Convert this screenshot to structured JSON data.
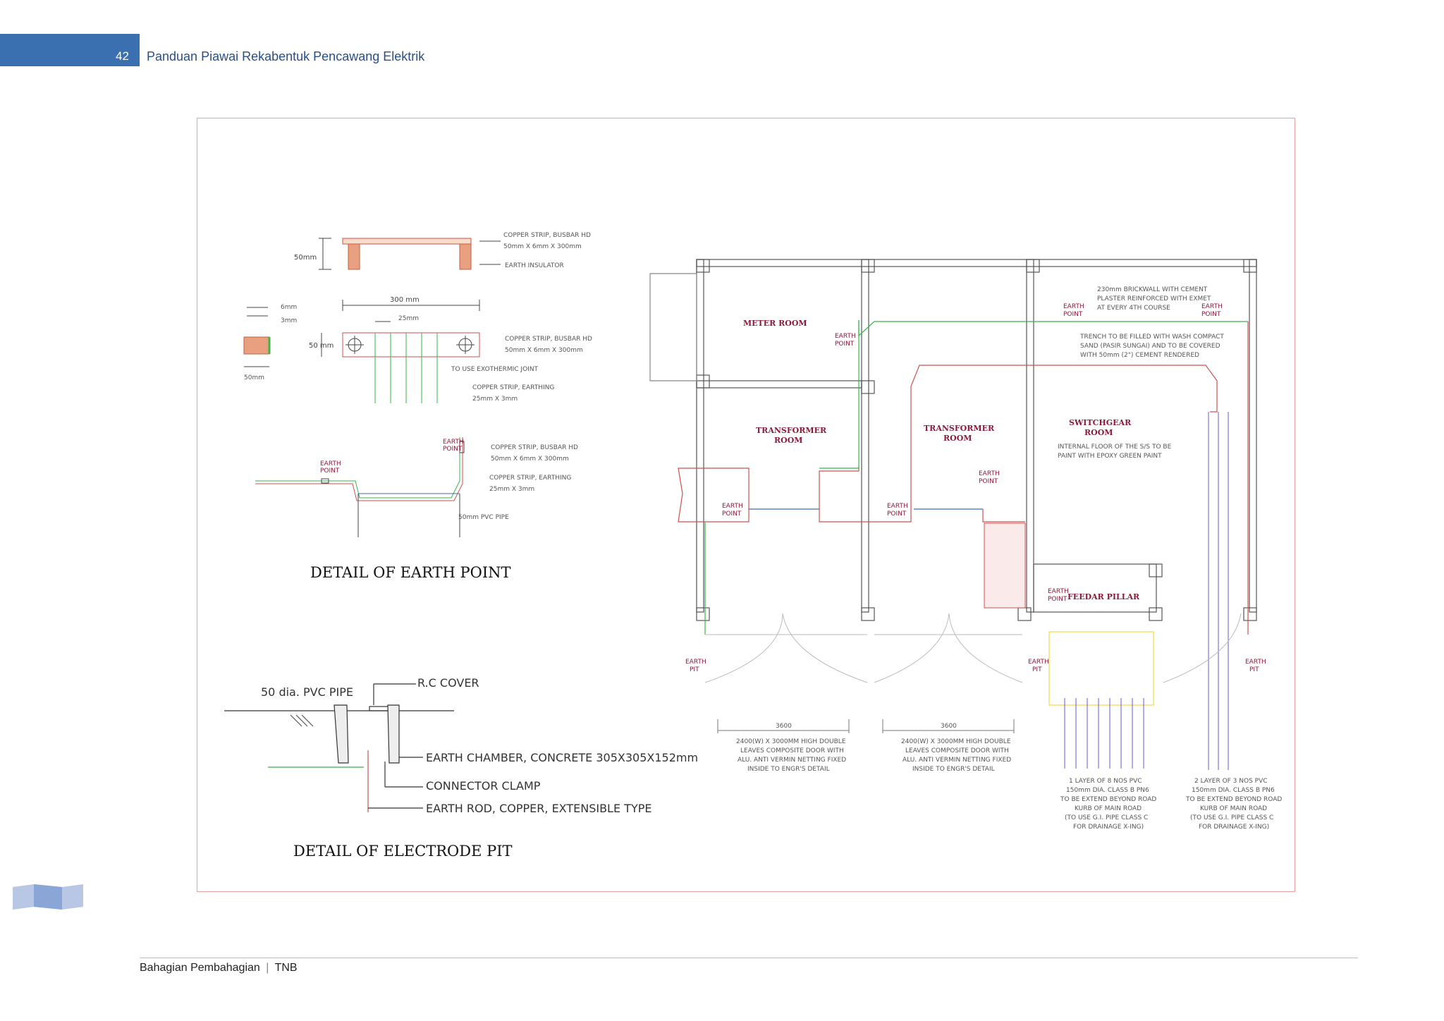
{
  "header": {
    "page_number": "42",
    "title": "Panduan Piawai Rekabentuk Pencawang Elektrik"
  },
  "footer": {
    "department": "Bahagian Pembahagian",
    "separator": "|",
    "company": "TNB"
  },
  "earth_point_detail": {
    "title": "DETAIL OF EARTH POINT",
    "dim_50mm": "50mm",
    "dim_6mm": "6mm",
    "dim_3mm": "3mm",
    "dim_300mm": "300 mm",
    "dim_25mm": "25mm",
    "dim_50_mm": "50  mm",
    "dim_50mm_b": "50mm",
    "copper_strip_busbar_1": "COPPER STRIP, BUSBAR HD",
    "copper_strip_busbar_1_size": "50mm X 6mm X 300mm",
    "earth_insulator": "EARTH INSULATOR",
    "copper_strip_busbar_2": "COPPER STRIP, BUSBAR HD",
    "copper_strip_busbar_2_size": "50mm X 6mm X 300mm",
    "exothermic": "TO USE EXOTHERMIC JOINT",
    "copper_strip_earthing_1": "COPPER STRIP, EARTHING",
    "copper_strip_earthing_1_size": "25mm X 3mm",
    "copper_strip_busbar_3": "COPPER STRIP, BUSBAR HD",
    "copper_strip_busbar_3_size": "50mm X 6mm X 300mm",
    "copper_strip_earthing_2": "COPPER STRIP, EARTHING",
    "copper_strip_earthing_2_size": "25mm X 3mm",
    "pvc_pipe": "50mm PVC PIPE",
    "earth_point_word": "EARTH",
    "earth_point_word2": "POINT"
  },
  "electrode_pit_detail": {
    "title": "DETAIL OF ELECTRODE PIT",
    "pvc_pipe": "50 dia. PVC PIPE",
    "rc_cover": "R.C COVER",
    "earth_chamber": "EARTH CHAMBER, CONCRETE 305X305X152mm",
    "connector_clamp": "CONNECTOR CLAMP",
    "earth_rod": "EARTH ROD, COPPER, EXTENSIBLE TYPE"
  },
  "floor_plan": {
    "meter_room": "METER ROOM",
    "transformer_room_1a": "TRANSFORMER",
    "transformer_room_1b": "ROOM",
    "transformer_room_2a": "TRANSFORMER",
    "transformer_room_2b": "ROOM",
    "switchgear_a": "SWITCHGEAR",
    "switchgear_b": "ROOM",
    "feeder_pillar": "FEEDAR PILLAR",
    "earth": "EARTH",
    "point": "POINT",
    "pit": "PIT",
    "brickwall_1": "230mm BRICKWALL WITH CEMENT",
    "brickwall_2": "PLASTER REINFORCED WITH EXMET",
    "brickwall_3": "AT EVERY 4TH COURSE",
    "trench_1": "TRENCH TO BE FILLED WITH WASH COMPACT",
    "trench_2": "SAND (PASIR SUNGAI) AND TO BE COVERED",
    "trench_3": "WITH 50mm (2\") CEMENT RENDERED",
    "floor_1": "INTERNAL FLOOR OF THE S/S TO BE",
    "floor_2": "PAINT WITH EPOXY GREEN PAINT",
    "dim_3600": "3600",
    "door_1": "2400(W) X 3000MM HIGH DOUBLE",
    "door_2": "LEAVES COMPOSITE DOOR WITH",
    "door_3": "ALU. ANTI VERMIN NETTING FIXED",
    "door_4": "INSIDE TO ENGR'S DETAIL",
    "pvc8_1": "1 LAYER OF 8 NOS PVC",
    "pvc8_2": "150mm DIA. CLASS B PN6",
    "pvc8_3": "TO BE EXTEND BEYOND ROAD",
    "pvc8_4": "KURB OF MAIN ROAD",
    "pvc8_5": "(TO USE G.I. PIPE CLASS C",
    "pvc8_6": "FOR DRAINAGE X-ING)",
    "pvc3_1": "2 LAYER OF 3 NOS PVC",
    "pvc3_2": "150mm DIA. CLASS B PN6",
    "pvc3_3": "TO BE EXTEND BEYOND ROAD",
    "pvc3_4": "KURB OF MAIN ROAD",
    "pvc3_5": "(TO USE G.I. PIPE CLASS C",
    "pvc3_6": "FOR DRAINAGE X-ING)"
  }
}
